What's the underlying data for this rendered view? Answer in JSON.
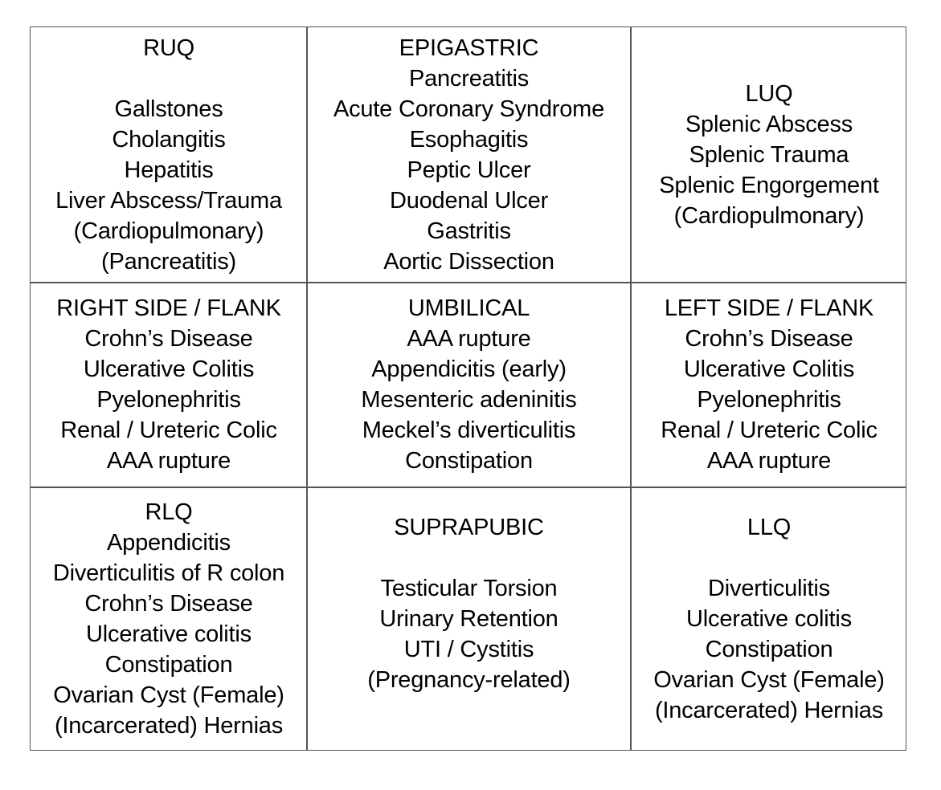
{
  "grid": {
    "row1": {
      "ruq": {
        "title": "RUQ",
        "items": [
          "Gallstones",
          "Cholangitis",
          "Hepatitis",
          "Liver Abscess/Trauma",
          "(Cardiopulmonary)",
          "(Pancreatitis)"
        ]
      },
      "epigastric": {
        "title": "EPIGASTRIC",
        "items": [
          "Pancreatitis",
          "Acute Coronary Syndrome",
          "Esophagitis",
          "Peptic Ulcer",
          "Duodenal Ulcer",
          "Gastritis",
          "Aortic Dissection"
        ]
      },
      "luq": {
        "title": "LUQ",
        "items": [
          "Splenic Abscess",
          "Splenic Trauma",
          "Splenic Engorgement",
          "(Cardiopulmonary)"
        ]
      }
    },
    "row2": {
      "right_flank": {
        "title": "RIGHT SIDE / FLANK",
        "items": [
          "Crohn’s Disease",
          "Ulcerative Colitis",
          "Pyelonephritis",
          "Renal / Ureteric Colic",
          "AAA rupture"
        ]
      },
      "umbilical": {
        "title": "UMBILICAL",
        "items": [
          "AAA rupture",
          "Appendicitis (early)",
          "Mesenteric adeninitis",
          "Meckel’s diverticulitis",
          "Constipation"
        ]
      },
      "left_flank": {
        "title": "LEFT SIDE / FLANK",
        "items": [
          "Crohn’s Disease",
          "Ulcerative Colitis",
          "Pyelonephritis",
          "Renal / Ureteric Colic",
          "AAA rupture"
        ]
      }
    },
    "row3": {
      "rlq": {
        "title": "RLQ",
        "items": [
          "Appendicitis",
          "Diverticulitis of R colon",
          "Crohn’s Disease",
          "Ulcerative colitis",
          "Constipation",
          "Ovarian Cyst (Female)",
          "(Incarcerated) Hernias"
        ]
      },
      "suprapubic": {
        "title": "SUPRAPUBIC",
        "items": [
          "Testicular Torsion",
          "Urinary Retention",
          "UTI / Cystitis",
          "(Pregnancy-related)"
        ]
      },
      "llq": {
        "title": "LLQ",
        "items": [
          "Diverticulitis",
          "Ulcerative colitis",
          "Constipation",
          "Ovarian Cyst (Female)",
          "(Incarcerated) Hernias"
        ]
      }
    }
  }
}
